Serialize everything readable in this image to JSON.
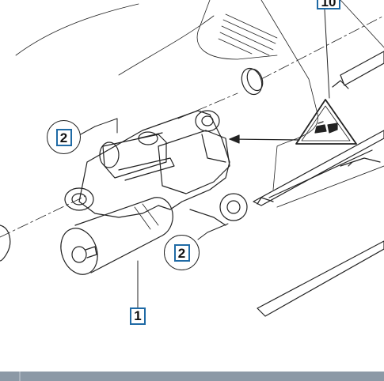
{
  "diagram": {
    "callouts": {
      "part_1": "1",
      "part_2_left": "2",
      "part_2_right": "2",
      "part_10": "10"
    },
    "warning_symbol_text": "",
    "colors": {
      "line": "#222222",
      "callout_border": "#1f6aa5",
      "background": "#ffffff",
      "bottom_bar": "#8c99a6"
    }
  }
}
